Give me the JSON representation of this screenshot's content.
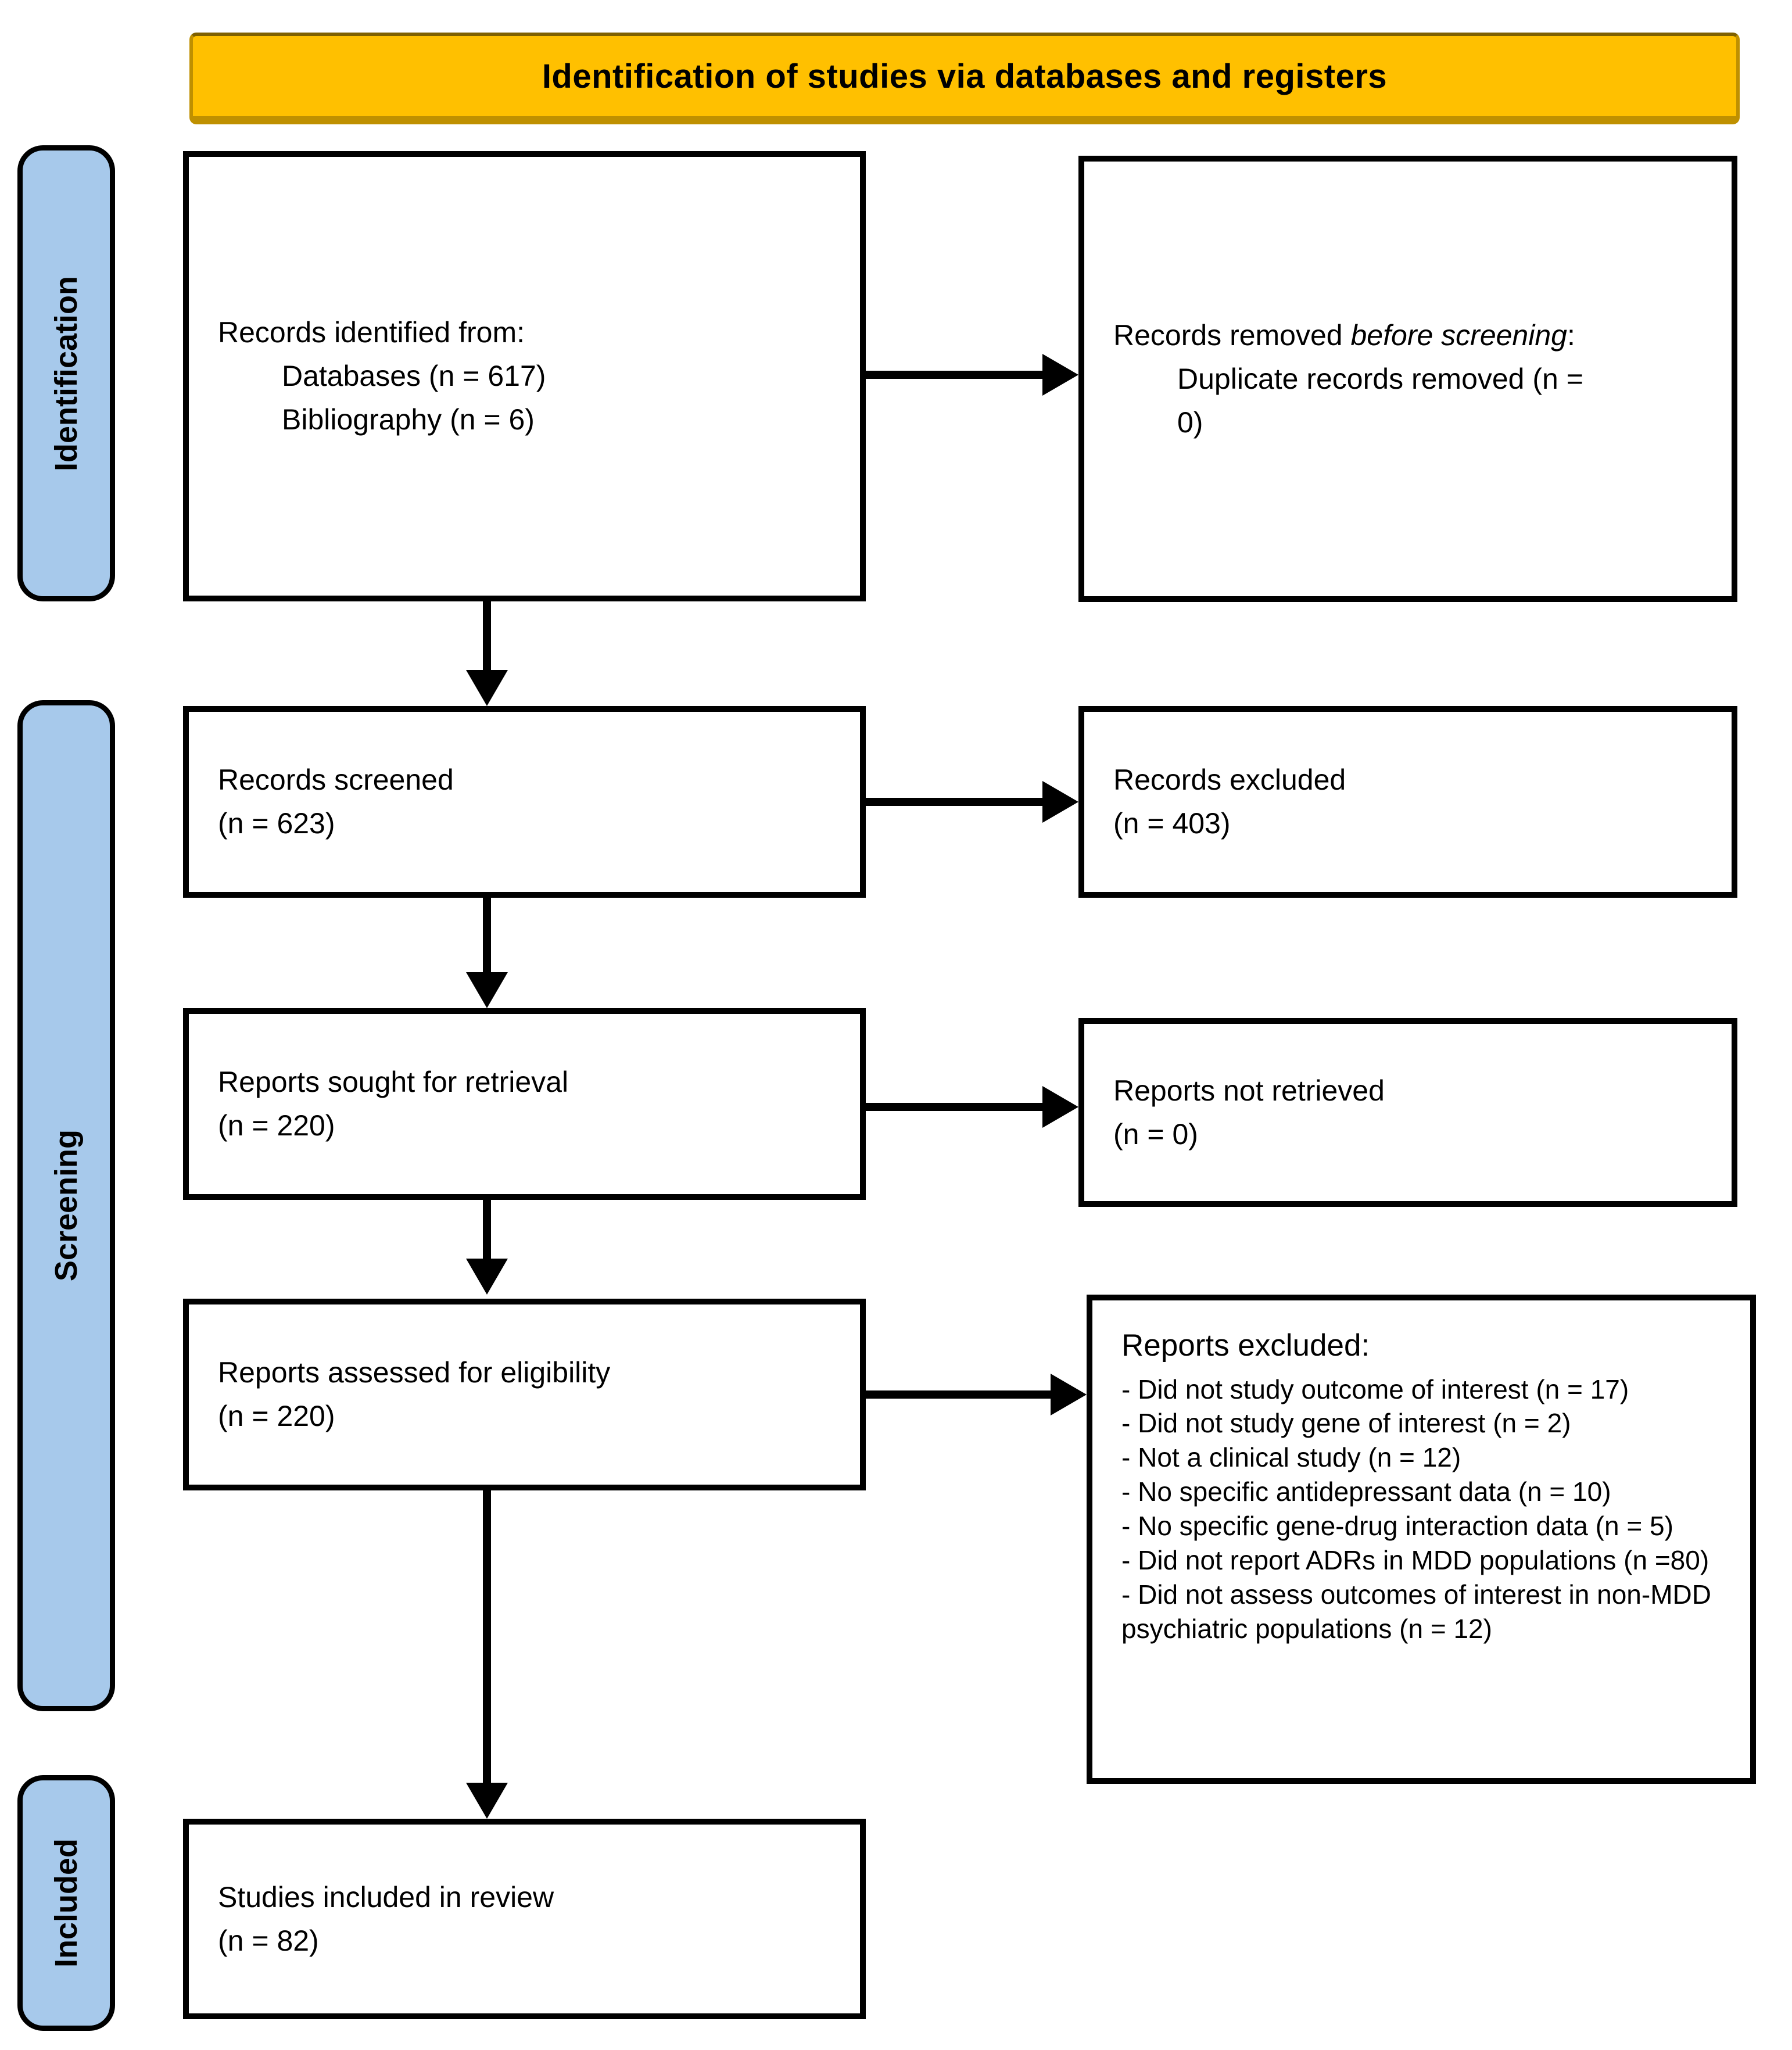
{
  "banner": {
    "title": "Identification of studies via databases and registers"
  },
  "stages": {
    "identification": "Identification",
    "screening": "Screening",
    "included": "Included"
  },
  "colors": {
    "banner_bg": "#FFC000",
    "banner_border": "#BF9000",
    "stage_bar_bg": "#A7C9EB",
    "box_border": "#000000"
  },
  "boxes": {
    "records_identified": {
      "title": "Records identified from:",
      "items": [
        "Databases (n = 617)",
        "Bibliography (n = 6)"
      ]
    },
    "records_removed": {
      "prefix": "Records removed ",
      "emphasis": "before screening",
      "suffix": ":",
      "items": [
        "Duplicate records removed (n = 0)"
      ]
    },
    "records_screened": {
      "title": "Records screened",
      "count": "(n = 623)"
    },
    "records_excluded": {
      "title": "Records excluded",
      "count": "(n = 403)"
    },
    "reports_sought": {
      "title": "Reports sought for retrieval",
      "count": "(n = 220)"
    },
    "reports_not_retrieved": {
      "title": "Reports not retrieved",
      "count": "(n = 0)"
    },
    "reports_assessed": {
      "title": "Reports assessed for eligibility",
      "count": "(n = 220)"
    },
    "reports_excluded": {
      "title": "Reports excluded:",
      "items": [
        "- Did not study outcome of interest (n = 17)",
        "- Did not study gene of interest (n = 2)",
        "- Not a clinical study (n = 12)",
        "- No specific antidepressant data (n = 10)",
        "- No specific gene-drug interaction data (n = 5)",
        "- Did not report ADRs in MDD populations (n =80)",
        "- Did not assess outcomes of interest in non-MDD psychiatric populations (n = 12)"
      ]
    },
    "studies_included": {
      "title": "Studies included in review",
      "count": "(n = 82)"
    }
  }
}
